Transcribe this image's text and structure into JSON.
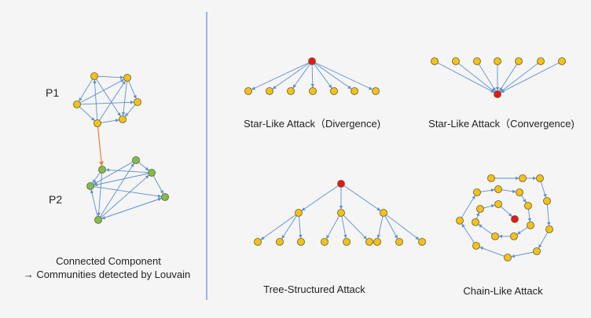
{
  "labels": {
    "p1": "P1",
    "p2": "P2",
    "connected_line1": "Connected Component",
    "connected_line2": "→ Communities detected by Louvain",
    "star_divergence": "Star-Like Attack（Divergence)",
    "star_convergence": "Star-Like Attack（Convergence)",
    "tree": "Tree-Structured Attack",
    "chain": "Chain-Like Attack"
  },
  "colors": {
    "node_yellow": "#f3c11d",
    "node_green": "#79bf52",
    "node_red": "#e8151e",
    "node_outline": "#6b5b1a",
    "edge_blue": "#5b8fd1",
    "edge_orange": "#ed7d31",
    "divider": "#4f6fbf"
  }
}
